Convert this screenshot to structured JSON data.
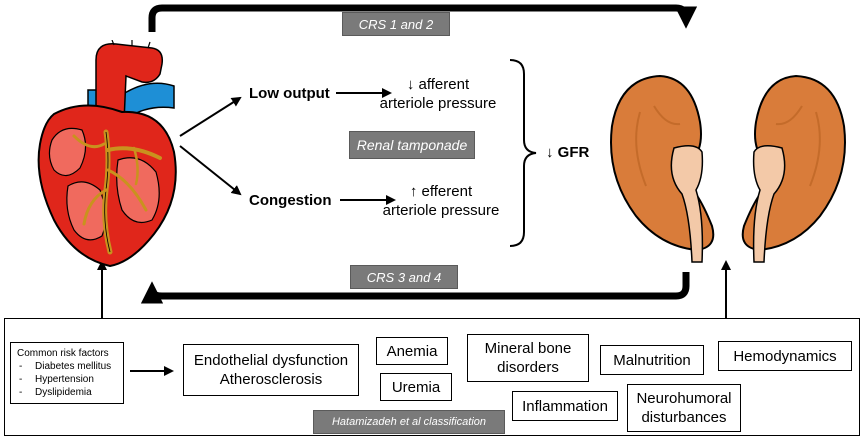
{
  "top_loop": {
    "label": "CRS 1 and 2"
  },
  "bottom_loop": {
    "label": "CRS 3 and 4"
  },
  "heart": {
    "icon": "heart-illustration-icon"
  },
  "kidneys": {
    "icon": "kidneys-illustration-icon"
  },
  "pathway": {
    "low_output": "Low output",
    "low_output_effect_line1": "↓ afferent",
    "low_output_effect_line2": "arteriole pressure",
    "tamponade": "Renal tamponade",
    "congestion": "Congestion",
    "congestion_effect_line1": "↑ efferent",
    "congestion_effect_line2": "arteriole pressure",
    "gfr": "↓ GFR"
  },
  "risk_factors": {
    "title": "Common risk factors",
    "items": [
      "Diabetes mellitus",
      "Hypertension",
      "Dyslipidemia"
    ]
  },
  "mechanisms": {
    "endothelial_line1": "Endothelial dysfunction",
    "endothelial_line2": "Atherosclerosis",
    "anemia": "Anemia",
    "uremia": "Uremia",
    "mineral_line1": "Mineral bone",
    "mineral_line2": "disorders",
    "inflammation": "Inflammation",
    "malnutrition": "Malnutrition",
    "neurohumoral_line1": "Neurohumoral",
    "neurohumoral_line2": "disturbances",
    "hemodynamics": "Hemodynamics"
  },
  "classification": {
    "label": "Hatamizadeh et al classification"
  },
  "colors": {
    "heart_red": "#e0261b",
    "heart_pink": "#f06a5e",
    "vessel_blue": "#1e8fd6",
    "coronary_gold": "#c9921e",
    "kidney_orange": "#d97c3a",
    "kidney_pelvis": "#f3c9a8",
    "tag_gray": "#7a7a7a"
  }
}
